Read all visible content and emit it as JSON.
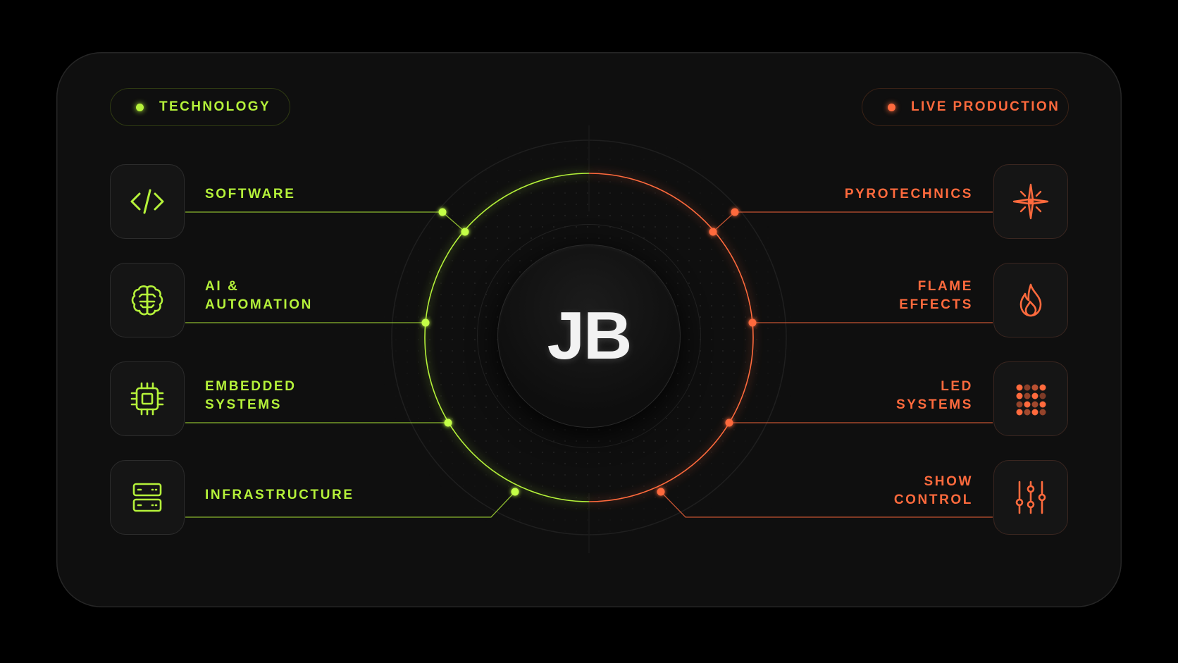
{
  "center": {
    "monogram": "JB"
  },
  "left_group": {
    "title": "TECHNOLOGY",
    "color": "#b5f23a",
    "items": [
      {
        "label_line1": "SOFTWARE",
        "label_line2": "",
        "icon": "code-icon"
      },
      {
        "label_line1": "AI &",
        "label_line2": "AUTOMATION",
        "icon": "brain-icon"
      },
      {
        "label_line1": "EMBEDDED",
        "label_line2": "SYSTEMS",
        "icon": "chip-icon"
      },
      {
        "label_line1": "INFRASTRUCTURE",
        "label_line2": "",
        "icon": "server-icon"
      }
    ]
  },
  "right_group": {
    "title": "LIVE PRODUCTION",
    "color": "#ff6a3d",
    "items": [
      {
        "label_line1": "PYROTECHNICS",
        "label_line2": "",
        "icon": "spark-icon"
      },
      {
        "label_line1": "FLAME",
        "label_line2": "EFFECTS",
        "icon": "flame-icon"
      },
      {
        "label_line1": "LED",
        "label_line2": "SYSTEMS",
        "icon": "led-grid-icon"
      },
      {
        "label_line1": "SHOW",
        "label_line2": "CONTROL",
        "icon": "sliders-icon"
      }
    ]
  }
}
